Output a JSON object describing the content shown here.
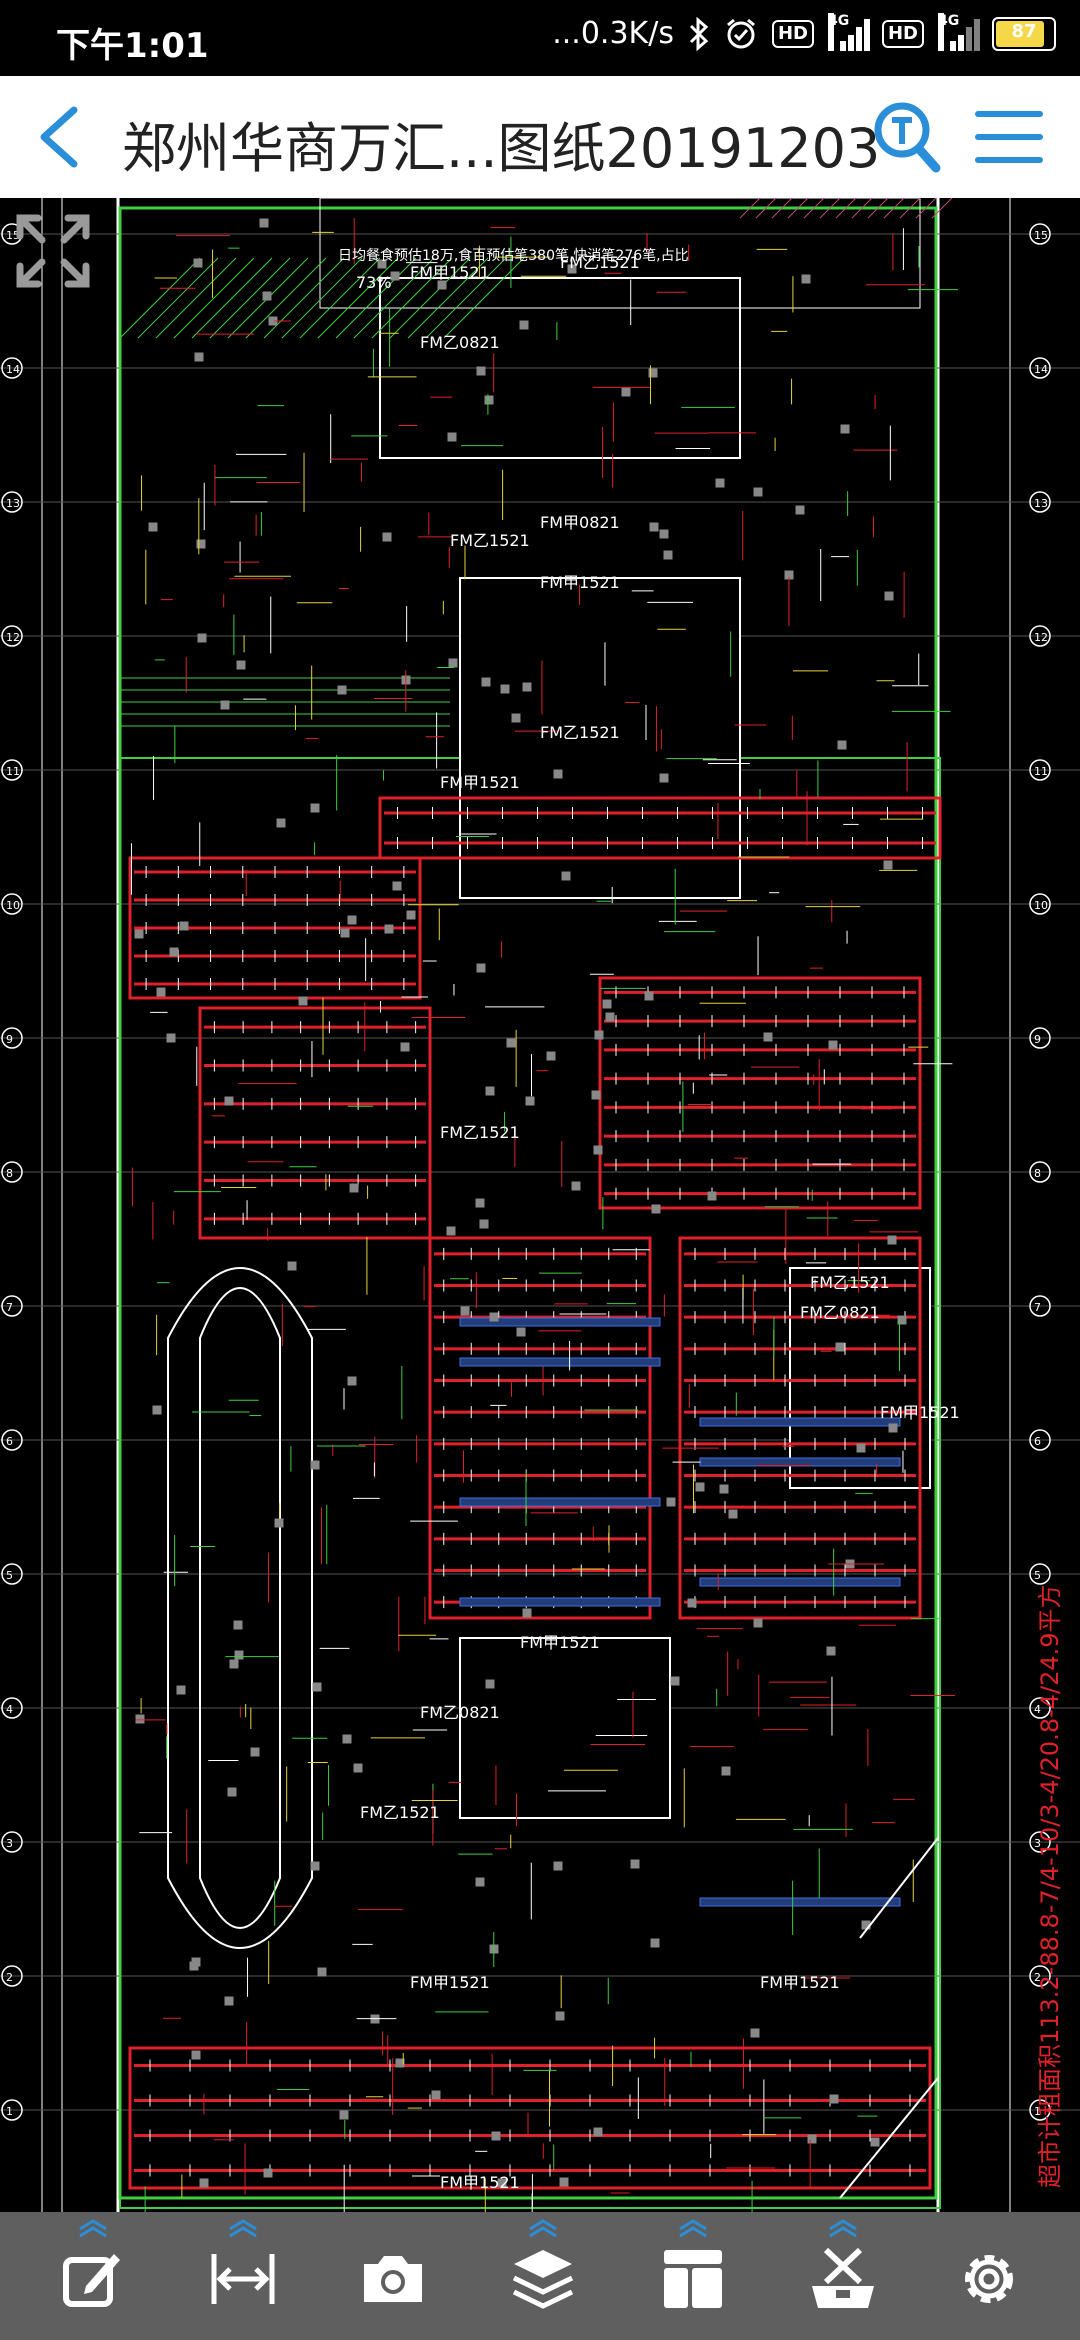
{
  "status_bar": {
    "time": "下午1:01",
    "network_speed": "...0.3K/s",
    "hd_label_1": "HD",
    "hd_label_2": "HD",
    "signal_label_1": "4G",
    "signal_label_2": "4G",
    "battery": "87",
    "icons": [
      "bluetooth-icon",
      "alarm-icon",
      "signal-icon",
      "battery-icon"
    ]
  },
  "header": {
    "title": "郑州华商万汇...图纸20191203",
    "accent_color": "#2a8fd8",
    "icons": [
      "back-icon",
      "text-search-icon",
      "menu-icon"
    ]
  },
  "drawing": {
    "top_note": "日均餐食预估18万,食百预估笔380笔,快消笔276笔,占比",
    "top_percent": "73%",
    "side_note": "超市计租面积113.2-88.8-7/4-10/3-4/20.8-4/24.9平方",
    "labels": [
      "FM甲1521",
      "FM乙1521",
      "FM乙0821",
      "FM甲0821",
      "FM乙1521",
      "FM甲1521",
      "FM乙1521",
      "FM甲1521",
      "FM乙1521",
      "FM乙0821",
      "FM甲1521",
      "FM乙1521",
      "FM乙1521",
      "FM乙0821",
      "FM甲1521",
      "FM甲1521",
      "FM甲1521",
      "FM甲1521"
    ],
    "grid_marks": [
      "15",
      "14",
      "13",
      "12",
      "11",
      "10",
      "9",
      "8",
      "7",
      "6",
      "5",
      "4",
      "3",
      "2",
      "1"
    ],
    "colors": {
      "background": "#000000",
      "red": "#e0202a",
      "green": "#3fcf3f",
      "blue": "#3b6fe0",
      "yellow": "#e6d33a",
      "white": "#ffffff"
    }
  },
  "toolbar": {
    "background": "#5f5f5f",
    "items": [
      {
        "name": "annotate-icon",
        "expandable": true
      },
      {
        "name": "measure-icon",
        "expandable": true
      },
      {
        "name": "camera-icon",
        "expandable": false
      },
      {
        "name": "layers-icon",
        "expandable": true
      },
      {
        "name": "layout-icon",
        "expandable": true
      },
      {
        "name": "toolbox-icon",
        "expandable": true
      },
      {
        "name": "settings-icon",
        "expandable": false
      }
    ]
  }
}
